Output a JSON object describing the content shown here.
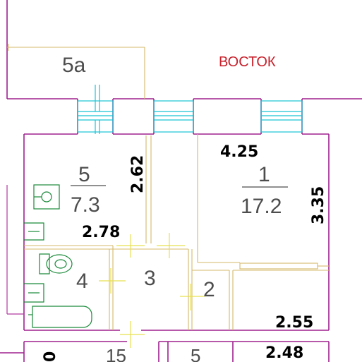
{
  "compass": {
    "east_label": "ВОСТОК"
  },
  "colors": {
    "walls": "#a0208f",
    "partitions": "#d4b86a",
    "windows": "#19c4d4",
    "doors": "#e8e050",
    "fixtures": "#1a8a3a",
    "compass_text": "#c8202a",
    "labels": "#4d4d4d",
    "dimensions": "#000000"
  },
  "rooms": {
    "room_5a": {
      "number": "5a"
    },
    "room_5": {
      "number": "5",
      "area": "7.3"
    },
    "room_1": {
      "number": "1",
      "area": "17.2"
    },
    "room_4": {
      "number": "4"
    },
    "room_3": {
      "number": "3"
    },
    "room_2": {
      "number": "2"
    },
    "room_15": {
      "number": "15"
    },
    "room_5b": {
      "number": "5"
    }
  },
  "dimensions": {
    "d_262": "2.62",
    "d_278": "2.78",
    "d_425": "4.25",
    "d_335": "3.35",
    "d_255": "2.55",
    "d_248": "2.48",
    "d_0": "0"
  }
}
